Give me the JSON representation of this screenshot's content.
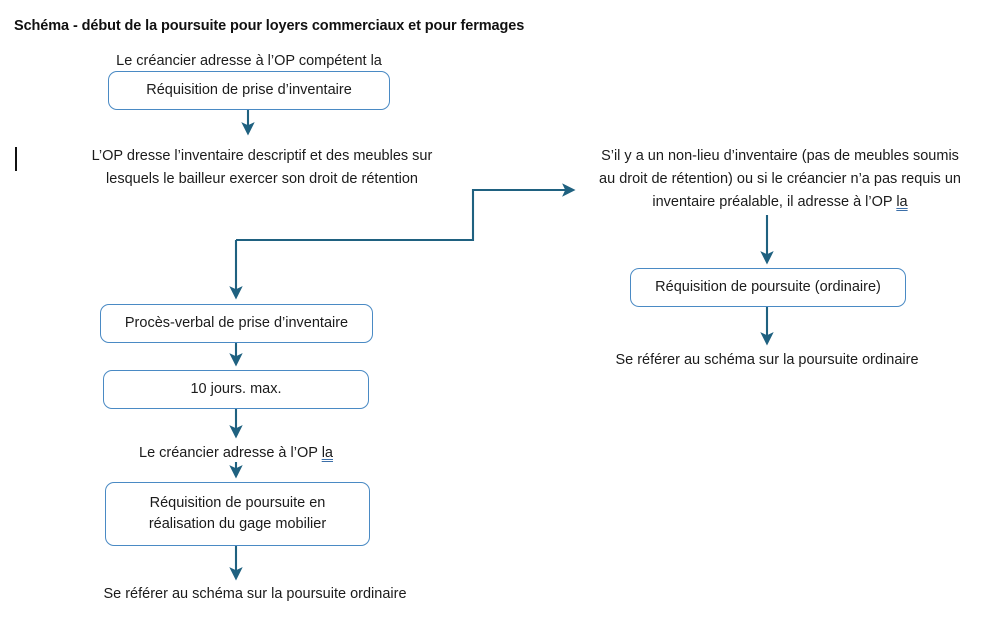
{
  "page": {
    "title": "Schéma - début de la poursuite pour loyers commerciaux et pour fermages",
    "background": "#ffffff",
    "box_border_color": "#4a8ac4",
    "connector_color": "#1f6180",
    "text_color": "#1b1b1b"
  },
  "left_branch": {
    "intro_note": "Le créancier adresse à l’OP compétent la",
    "node_requisition_inventaire": "Réquisition de prise d’inventaire",
    "note_inventaire_line1": "L’OP dresse l’inventaire descriptif et des meubles sur",
    "note_inventaire_line2": "lesquels le bailleur exercer son droit de rétention",
    "node_proces_verbal": "Procès-verbal de prise d’inventaire",
    "node_delai": "10 jours. max.",
    "note_creancier_prefix": "Le créancier adresse à l’OP ",
    "note_creancier_flag": "la",
    "node_requisition_gage_line1": "Réquisition de poursuite en",
    "node_requisition_gage_line2": "réalisation du gage mobilier",
    "outcome": "Se référer au schéma sur la poursuite ordinaire"
  },
  "right_branch": {
    "note_line1": "S’il y a un non-lieu d’inventaire (pas de meubles soumis",
    "note_line2": "au droit de rétention) ou si le créancier n’a pas requis un",
    "note_line3_prefix": "inventaire préalable, il adresse à l’OP ",
    "note_line3_flag": "la",
    "node_requisition_ordinaire": "Réquisition de poursuite (ordinaire)",
    "outcome": "Se référer au schéma sur la poursuite ordinaire"
  }
}
